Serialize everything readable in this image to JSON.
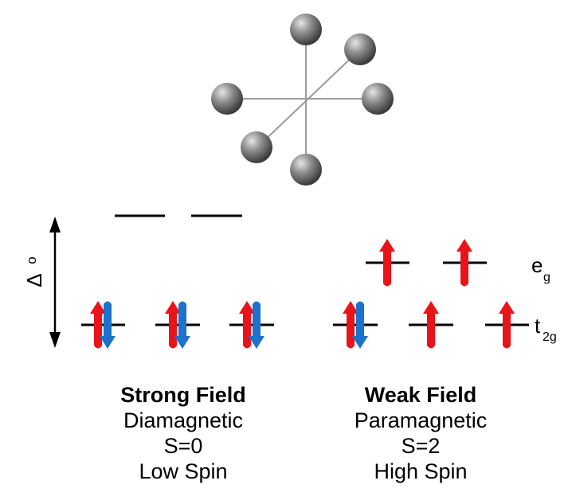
{
  "labels": {
    "delta": "Δ",
    "delta_sub": "o",
    "eg": "e",
    "eg_sub": "g",
    "t2g": "t",
    "t2g_sub": "2g"
  },
  "captions": {
    "strong": {
      "title": "Strong Field",
      "magnetism": "Diamagnetic",
      "spin_value": "S=0",
      "spin_state": "Low Spin"
    },
    "weak": {
      "title": "Weak Field",
      "magnetism": "Paramagnetic",
      "spin_value": "S=2",
      "spin_state": "High Spin"
    }
  },
  "configurations": {
    "strong": {
      "eg": [
        0,
        0
      ],
      "t2g": [
        2,
        2,
        2
      ]
    },
    "weak": {
      "eg": [
        1,
        1
      ],
      "t2g": [
        2,
        1,
        1
      ]
    }
  },
  "colors": {
    "up_arrow": "#e8141a",
    "down_arrow": "#1c72cc",
    "line": "#000000",
    "ligand": "#8a8a8a",
    "bond": "#9a9a9a"
  }
}
